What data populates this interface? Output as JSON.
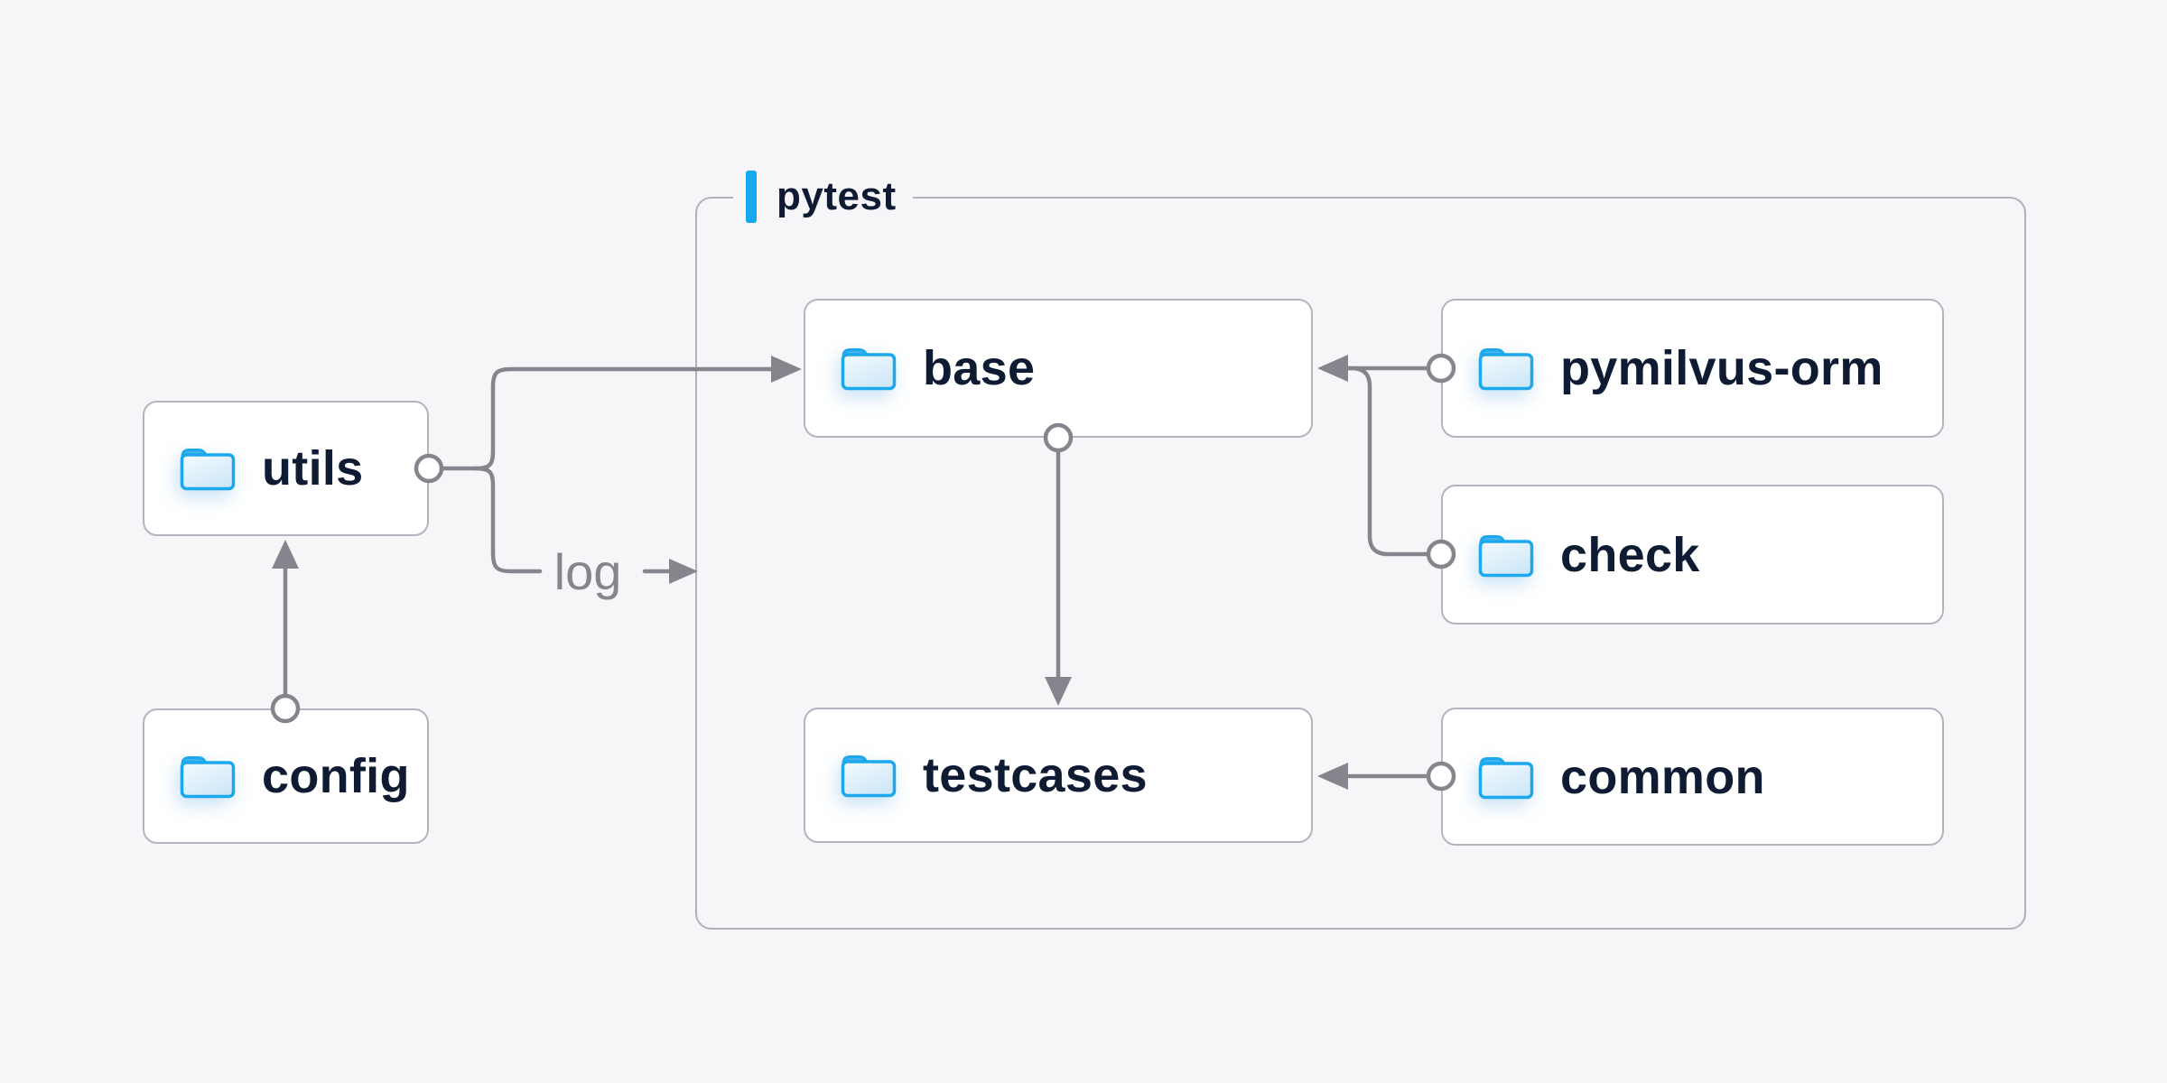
{
  "diagram": {
    "container_label": "pytest",
    "edge_label": "log",
    "nodes": {
      "utils": {
        "label": "utils"
      },
      "config": {
        "label": "config"
      },
      "base": {
        "label": "base"
      },
      "pymilvus_orm": {
        "label": "pymilvus-orm"
      },
      "check": {
        "label": "check"
      },
      "testcases": {
        "label": "testcases"
      },
      "common": {
        "label": "common"
      }
    },
    "edges": [
      {
        "from": "config",
        "to": "utils"
      },
      {
        "from": "utils",
        "to": "base"
      },
      {
        "from": "utils",
        "to": "log"
      },
      {
        "from": "pymilvus_orm",
        "to": "base"
      },
      {
        "from": "check",
        "to": "base"
      },
      {
        "from": "base",
        "to": "testcases"
      },
      {
        "from": "common",
        "to": "testcases"
      }
    ],
    "colors": {
      "background": "#f6f6f8",
      "node_bg": "#ffffff",
      "node_border": "#b4b4bf",
      "container_border": "#b1b1bd",
      "line": "#85858e",
      "text": "#0f1b33",
      "muted_text": "#85858e",
      "accent": "#14a9f1",
      "folder_stroke": "#1ca8ec",
      "folder_tab": "#45b2ec",
      "folder_fill_top": "#f4fafe",
      "folder_fill_bottom": "#cfe8f8"
    }
  }
}
